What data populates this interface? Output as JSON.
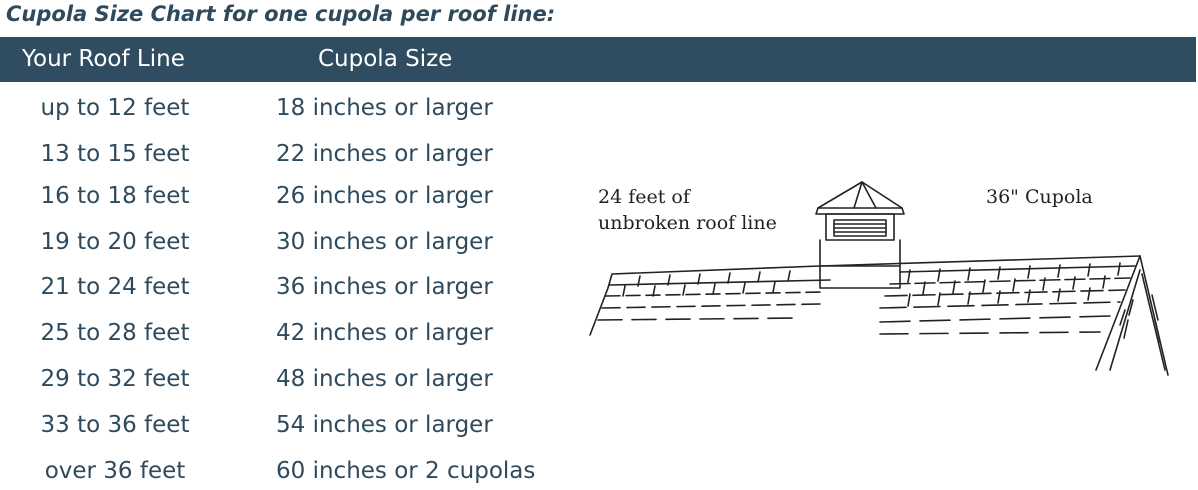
{
  "title": "Cupola Size Chart for one cupola per roof line:",
  "table": {
    "headers": {
      "roof_line": "Your Roof Line",
      "cupola_size": "Cupola Size"
    },
    "rows": [
      {
        "roof_line": "up to 12 feet",
        "cupola_size": "18 inches or larger"
      },
      {
        "roof_line": "13 to 15 feet",
        "cupola_size": "22 inches or larger"
      },
      {
        "roof_line": "16 to 18 feet",
        "cupola_size": "26 inches or larger"
      },
      {
        "roof_line": "19 to 20 feet",
        "cupola_size": "30 inches or larger"
      },
      {
        "roof_line": "21 to 24 feet",
        "cupola_size": "36 inches or larger"
      },
      {
        "roof_line": "25 to 28 feet",
        "cupola_size": "42 inches or larger"
      },
      {
        "roof_line": "29 to 32 feet",
        "cupola_size": "48 inches or larger"
      },
      {
        "roof_line": "33 to 36 feet",
        "cupola_size": "54 inches or larger"
      },
      {
        "roof_line": "over 36 feet",
        "cupola_size": "60 inches or 2 cupolas"
      }
    ]
  },
  "illustration": {
    "roof_label_line1": "24 feet of",
    "roof_label_line2": "unbroken roof line",
    "cupola_label": "36\" Cupola"
  },
  "colors": {
    "header_bg": "#304c60",
    "text": "#2f4a5c"
  }
}
